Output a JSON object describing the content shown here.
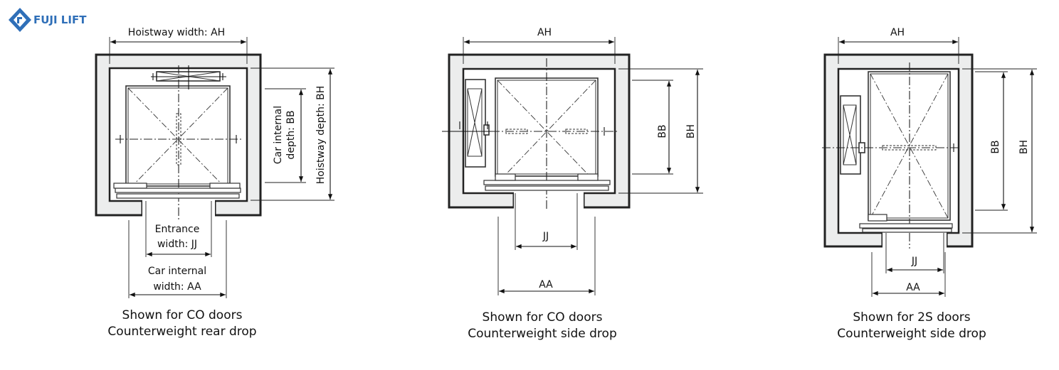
{
  "logo": {
    "text": "FUJI LIFT",
    "color": "#2f6fb8"
  },
  "diagrams": [
    {
      "ah_label": "Hoistway width: AH",
      "bb_label_1": "Car internal",
      "bb_label_2": "depth: BB",
      "bh_label": "Hoistway depth: BH",
      "jj_label_1": "Entrance",
      "jj_label_2": "width: JJ",
      "aa_label_1": "Car internal",
      "aa_label_2": "width: AA",
      "caption_1": "Shown for CO doors",
      "caption_2": "Counterweight rear drop"
    },
    {
      "ah_label": "AH",
      "bb_label": "BB",
      "bh_label": "BH",
      "jj_label": "JJ",
      "aa_label": "AA",
      "caption_1": "Shown for CO doors",
      "caption_2": "Counterweight side drop"
    },
    {
      "ah_label": "AH",
      "bb_label": "BB",
      "bh_label": "BH",
      "jj_label": "JJ",
      "aa_label": "AA",
      "caption_1": "Shown for 2S doors",
      "caption_2": "Counterweight side drop"
    }
  ]
}
